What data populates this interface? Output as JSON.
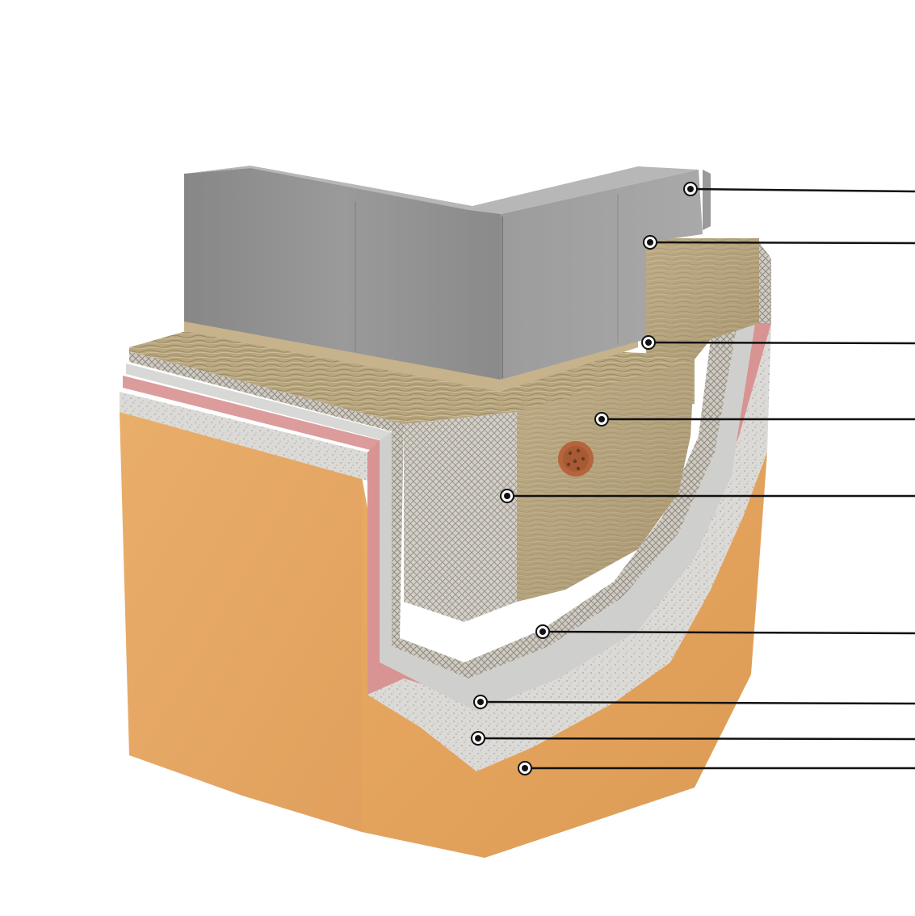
{
  "figure": {
    "description_visible_text": "",
    "layers": [
      {
        "name": "concrete-block",
        "color": "#8f8f8f"
      },
      {
        "name": "adhesive-strip",
        "color": "#c8b48e"
      },
      {
        "name": "mineral-wool-top",
        "color": "#b9a782"
      },
      {
        "name": "mineral-wool-slab",
        "color": "#a89874"
      },
      {
        "name": "reinforcing-mesh",
        "color": "#d8d4cc"
      },
      {
        "name": "base-coat",
        "color": "#d2d2d0"
      },
      {
        "name": "primer",
        "color": "#d89a9a"
      },
      {
        "name": "base-plaster",
        "color": "#e2e0dc"
      },
      {
        "name": "finish-render",
        "color": "#e8ac66"
      }
    ],
    "anchor_dowel": {
      "color": "#b5643c"
    }
  }
}
